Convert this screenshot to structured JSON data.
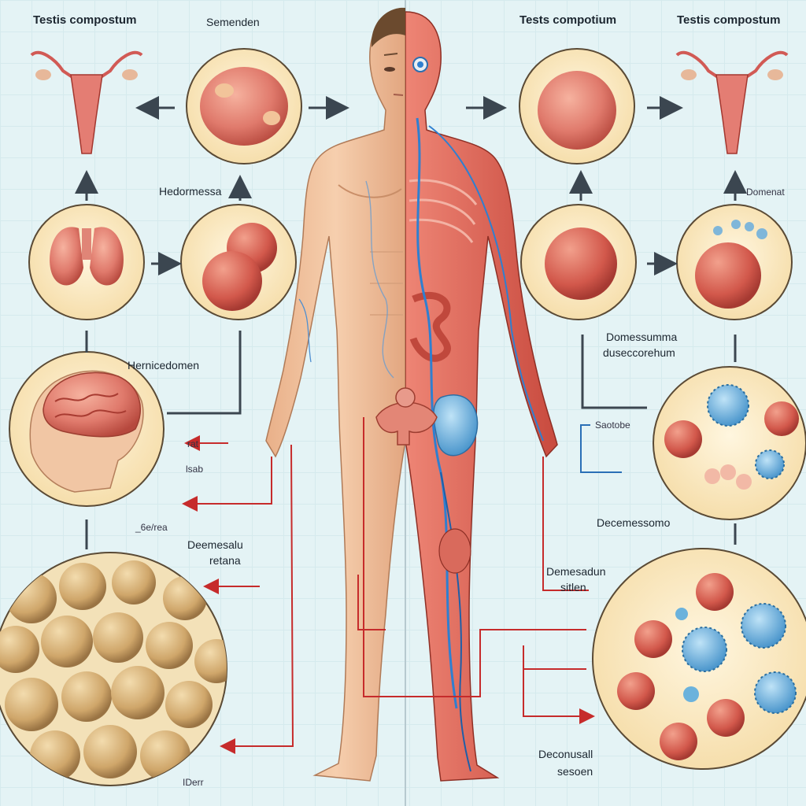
{
  "labels": {
    "title_left": "Testis compostum",
    "title_center_left": "Semenden",
    "title_center_right": "Tests compotium",
    "title_right": "Testis compostum",
    "hedormessa": "Hedormessa",
    "hernice_domen": "Hernicedomen",
    "domenat": "Domenat",
    "domesumma": "Domessumma",
    "dusecomenum": "duseccorehum",
    "sacobe": "Saotobe",
    "rat": "rat",
    "isab": "lsab",
    "ssre_rea": "_6e/rea",
    "desmesalu": "Deemesalu",
    "retana": "retana",
    "decomessomo": "Decemessomo",
    "demesadun": "Demesadun",
    "sitlen": "sitlen",
    "deconusall": "Deconusall",
    "sesoen": "sesoen",
    "idem": "IDerr"
  },
  "colors": {
    "background": "#e4f3f5",
    "circle_fill": "#fbecc9",
    "circle_border": "#5a4a35",
    "tissue_pink": "#e07a6c",
    "tissue_red": "#c8453b",
    "arrow_dark": "#3b4650",
    "arrow_red": "#c62b2b",
    "vein_blue": "#2f7fd0",
    "skin": "#f0c39c",
    "muscle": "#d9584a",
    "cell_blue": "#5aa8d8",
    "nut": "#d4b07a"
  }
}
